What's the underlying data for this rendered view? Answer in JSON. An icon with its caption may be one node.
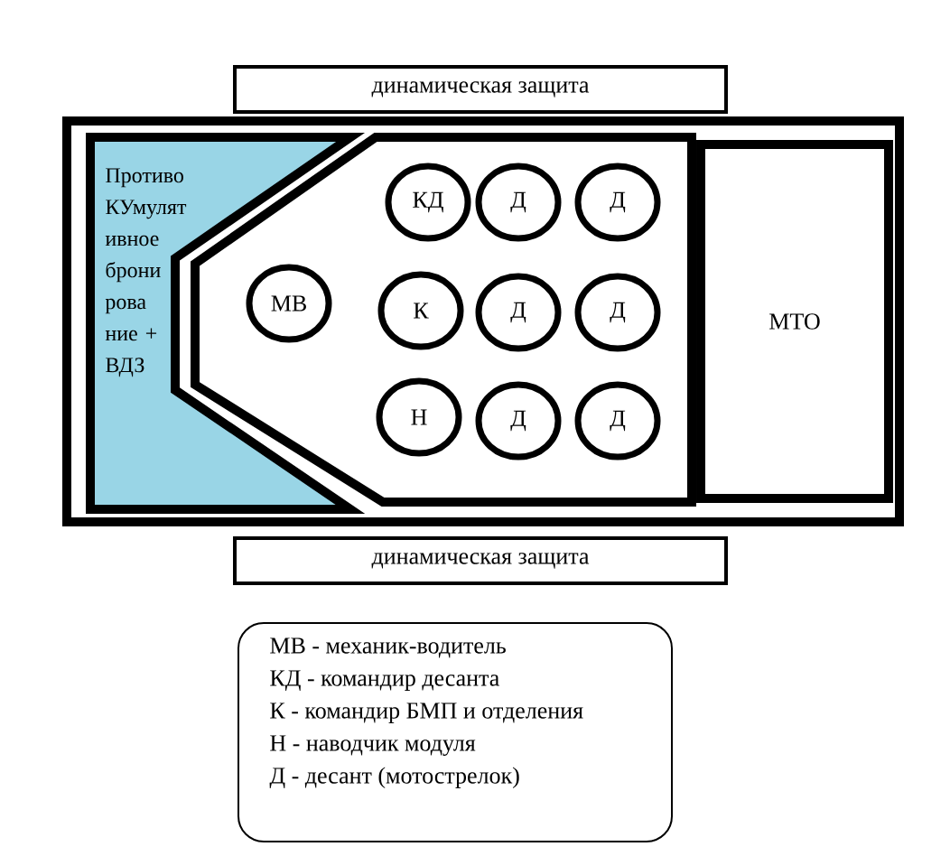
{
  "diagram": {
    "nodes": [
      {
        "text": [
          "динамическая защита"
        ]
      },
      {
        "text": [],
        "shape": "box"
      },
      {
        "text": [
          "Противо КУмулят ивное брони рова ние + ВДЗ"
        ],
        "in": 1
      },
      {
        "text": [],
        "shape": "box",
        "in": 1
      },
      {
        "text": [
          "МВ"
        ],
        "in": 3
      },
      {
        "text": [
          "КД"
        ],
        "in": 3
      },
      {
        "text": [
          "Д"
        ],
        "in": 3
      },
      {
        "text": [
          "Д"
        ],
        "in": 3
      },
      {
        "text": [
          "К"
        ],
        "in": 3
      },
      {
        "text": [
          "Д"
        ],
        "in": 3
      },
      {
        "text": [
          "Д"
        ],
        "in": 3
      },
      {
        "text": [
          "Н"
        ],
        "in": 3
      },
      {
        "text": [
          "Д"
        ],
        "in": 3
      },
      {
        "text": [
          "Д"
        ],
        "in": 3
      },
      {
        "text": [
          "МТО"
        ],
        "in": 1
      },
      {
        "text": [
          "динамическая защита"
        ]
      },
      {
        "text": [
          "МВ - механик-водитель",
          "КД - командир десанта",
          "К - командир БМП и отделения",
          "Н - наводчик модуля",
          "Д - десант (мотострелок)"
        ]
      }
    ]
  }
}
